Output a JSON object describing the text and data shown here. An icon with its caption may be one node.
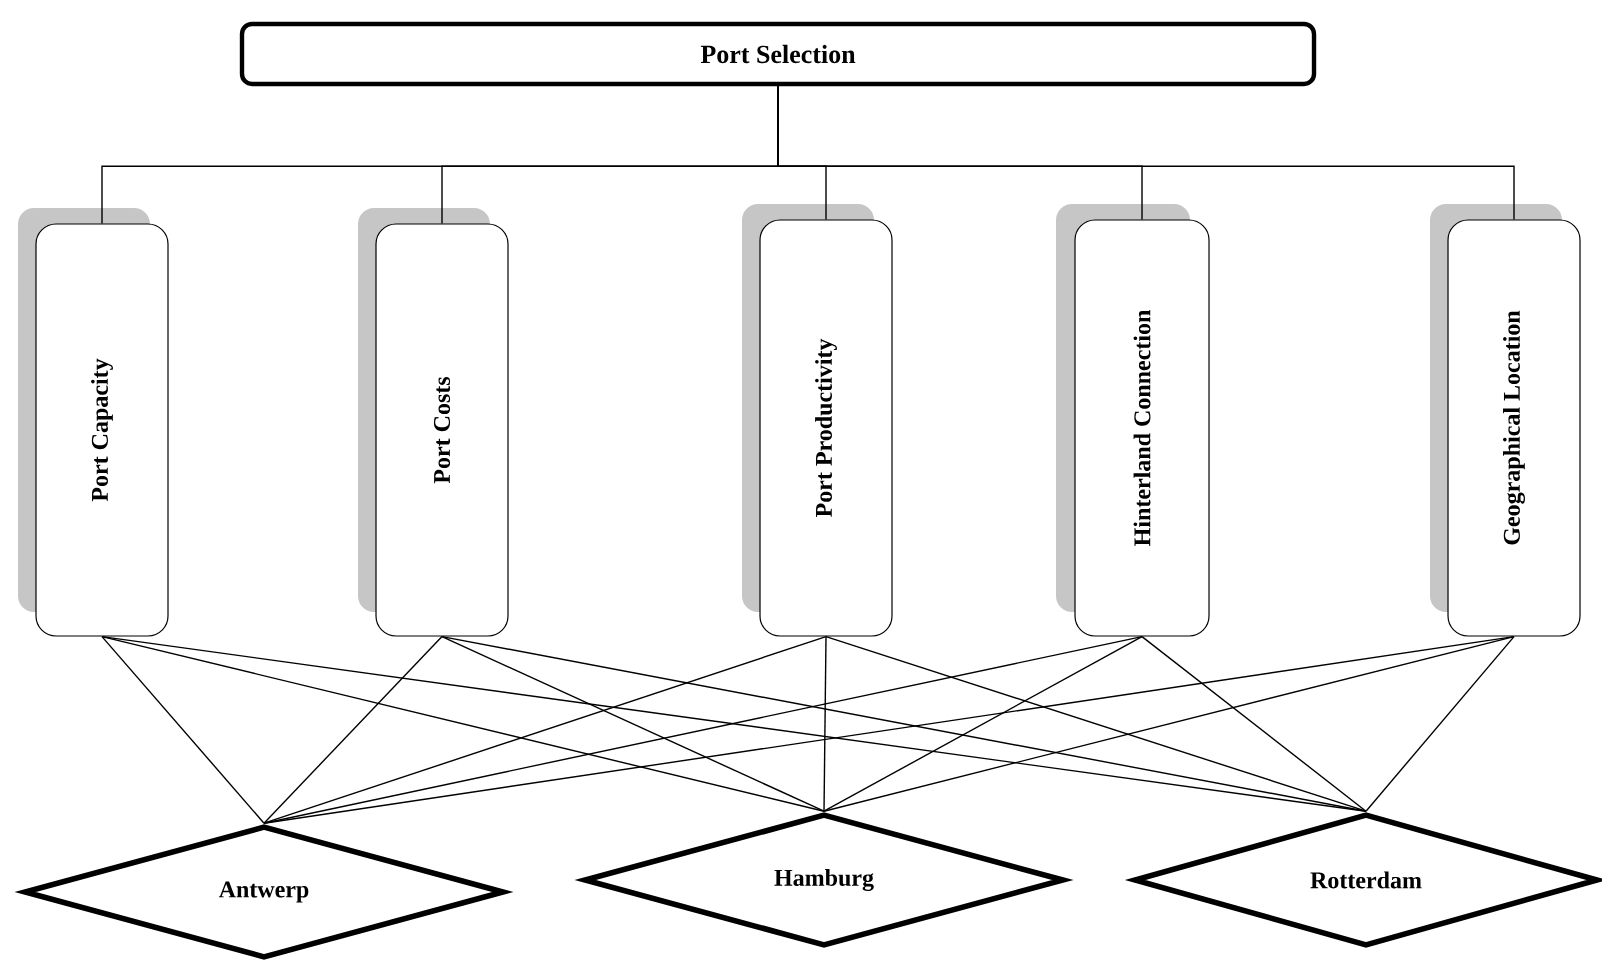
{
  "diagram": {
    "nodes": [
      {
        "text": [
          "Port Selection"
        ]
      },
      {
        "text": [
          "Port Capacity"
        ]
      },
      {
        "text": [
          "Port Costs"
        ]
      },
      {
        "text": [
          "Port Productivity"
        ]
      },
      {
        "text": [
          "Hinterland Connection"
        ]
      },
      {
        "text": [
          "Geographical Location"
        ]
      },
      {
        "text": [
          "Antwerp"
        ]
      },
      {
        "text": [
          "Hamburg"
        ]
      },
      {
        "text": [
          "Rotterdam"
        ]
      }
    ],
    "edges": [
      {
        "from": 0,
        "to": 1,
        "arrow": "none"
      },
      {
        "from": 0,
        "to": 2,
        "arrow": "none"
      },
      {
        "from": 0,
        "to": 3,
        "arrow": "none"
      },
      {
        "from": 0,
        "to": 4,
        "arrow": "none"
      },
      {
        "from": 0,
        "to": 5,
        "arrow": "none"
      },
      {
        "from": 1,
        "to": 6,
        "arrow": "none"
      },
      {
        "from": 1,
        "to": 7,
        "arrow": "none"
      },
      {
        "from": 1,
        "to": 8,
        "arrow": "none"
      },
      {
        "from": 2,
        "to": 6,
        "arrow": "none"
      },
      {
        "from": 2,
        "to": 7,
        "arrow": "none"
      },
      {
        "from": 2,
        "to": 8,
        "arrow": "none"
      },
      {
        "from": 3,
        "to": 6,
        "arrow": "none"
      },
      {
        "from": 3,
        "to": 7,
        "arrow": "none"
      },
      {
        "from": 3,
        "to": 8,
        "arrow": "none"
      },
      {
        "from": 4,
        "to": 6,
        "arrow": "none"
      },
      {
        "from": 4,
        "to": 7,
        "arrow": "none"
      },
      {
        "from": 4,
        "to": 8,
        "arrow": "none"
      },
      {
        "from": 5,
        "to": 6,
        "arrow": "none"
      },
      {
        "from": 5,
        "to": 7,
        "arrow": "none"
      },
      {
        "from": 5,
        "to": 8,
        "arrow": "none"
      }
    ]
  }
}
